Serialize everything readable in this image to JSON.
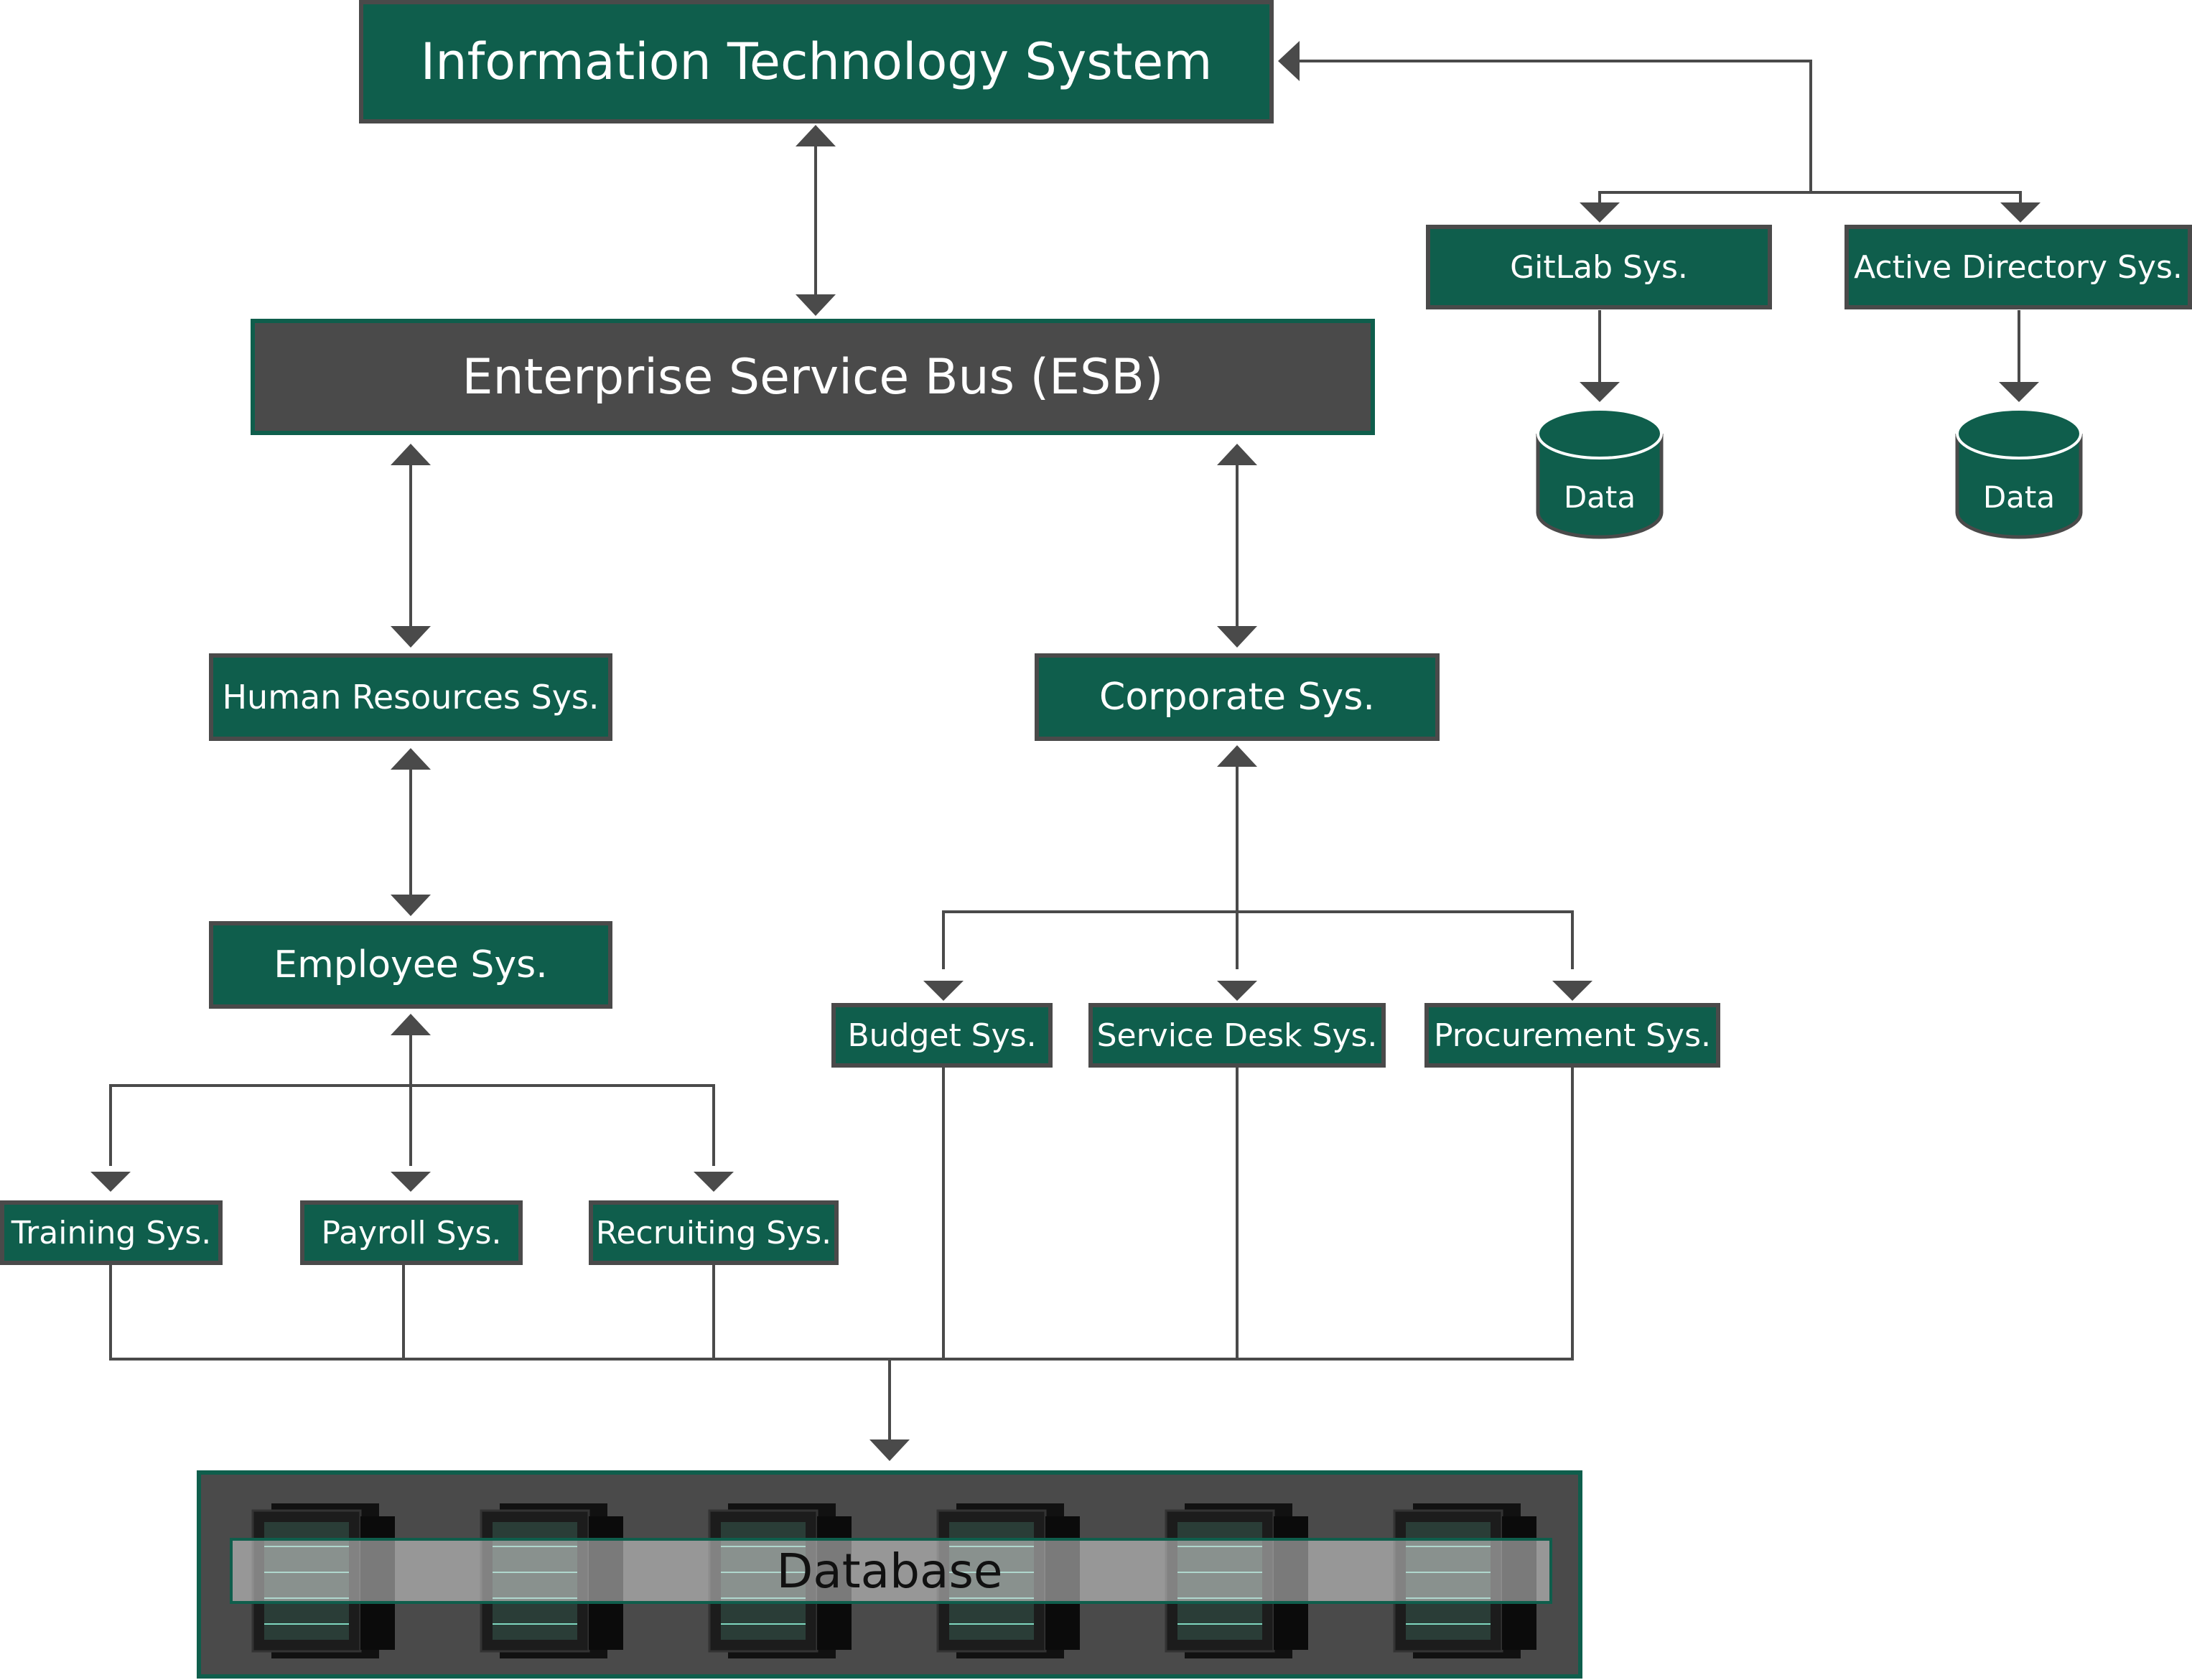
{
  "colors": {
    "box_green": "#0f5e4c",
    "box_dark": "#4a4a4a",
    "connector": "#4a4a4a"
  },
  "nodes": {
    "it_system": "Information Technology System",
    "esb": "Enterprise Service Bus (ESB)",
    "gitlab": "GitLab Sys.",
    "active_directory": "Active Directory Sys.",
    "gitlab_data": "Data",
    "ad_data": "Data",
    "human_resources": "Human Resources Sys.",
    "corporate": "Corporate Sys.",
    "employee": "Employee Sys.",
    "budget": "Budget Sys.",
    "service_desk": "Service Desk Sys.",
    "procurement": "Procurement Sys.",
    "training": "Training Sys.",
    "payroll": "Payroll Sys.",
    "recruiting": "Recruiting Sys.",
    "database": "Database"
  },
  "icons": {
    "server": "server-rack-icon",
    "cylinder": "database-cylinder-icon"
  }
}
